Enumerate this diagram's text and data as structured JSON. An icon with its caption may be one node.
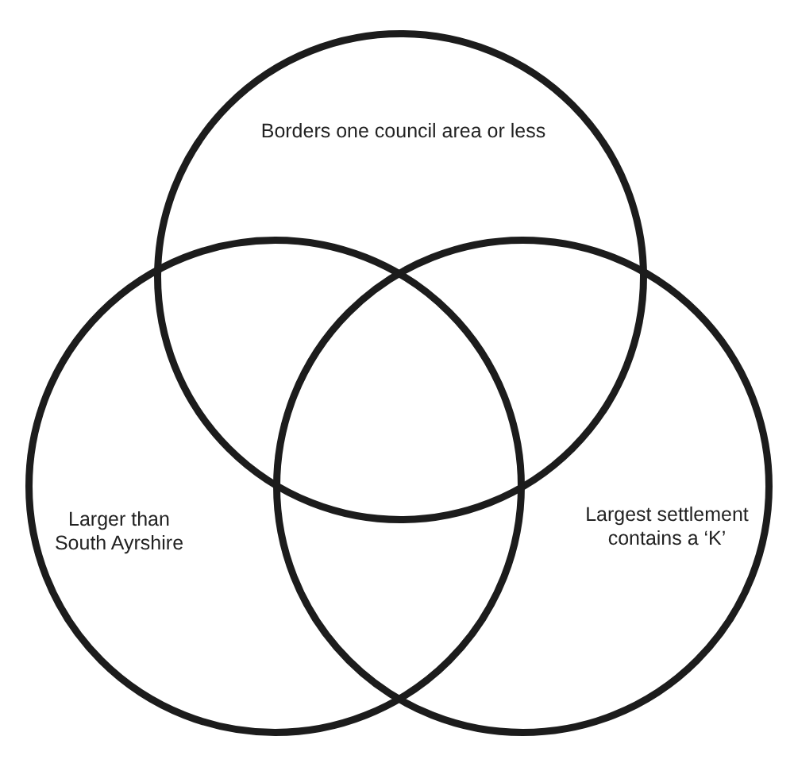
{
  "diagram": {
    "nodes": [
      {
        "text": [
          "Borders one council area or less"
        ]
      },
      {
        "text": [
          "Larger than South Ayrshire"
        ]
      },
      {
        "text": [
          "Largest settlement contains a ‘K’"
        ]
      }
    ]
  }
}
